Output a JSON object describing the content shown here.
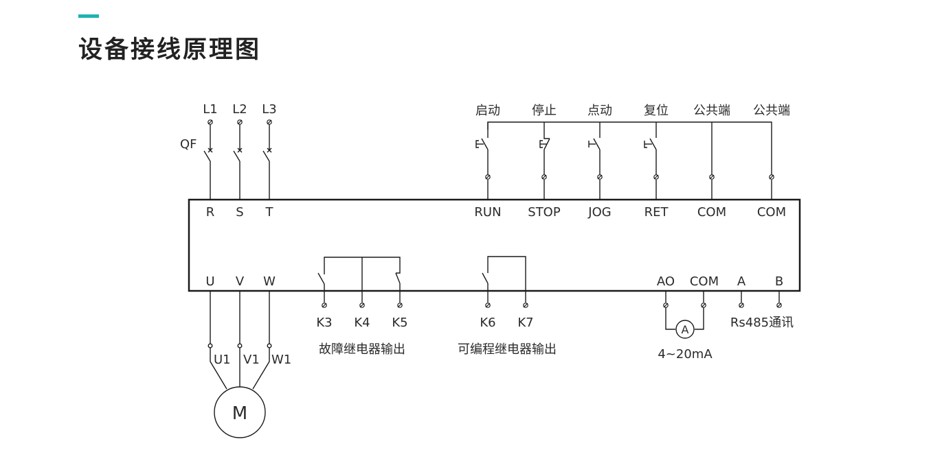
{
  "title": "设备接线原理图",
  "colors": {
    "accent": "#1fb3b0",
    "line": "#1a1a1a",
    "text": "#2a2a2a"
  },
  "power_input": {
    "lines": [
      "L1",
      "L2",
      "L3"
    ],
    "breaker_label": "QF",
    "terminals": [
      "R",
      "S",
      "T"
    ]
  },
  "control_inputs": {
    "buttons": [
      {
        "label": "启动",
        "terminal": "RUN"
      },
      {
        "label": "停止",
        "terminal": "STOP"
      },
      {
        "label": "点动",
        "terminal": "JOG"
      },
      {
        "label": "复位",
        "terminal": "RET"
      },
      {
        "label": "公共端",
        "terminal": "COM"
      },
      {
        "label": "公共端",
        "terminal": "COM"
      }
    ]
  },
  "motor_output": {
    "terminals": [
      "U",
      "V",
      "W"
    ],
    "motor_leads": [
      "U1",
      "V1",
      "W1"
    ],
    "motor_label": "M"
  },
  "fault_relay": {
    "terminals": [
      "K3",
      "K4",
      "K5"
    ],
    "label": "故障继电器输出"
  },
  "programmable_relay": {
    "terminals": [
      "K6",
      "K7"
    ],
    "label": "可编程继电器输出"
  },
  "analog_output": {
    "terminals": [
      "AO",
      "COM"
    ],
    "meter_label": "A",
    "range_label": "4~20mA"
  },
  "communication": {
    "terminals": [
      "A",
      "B"
    ],
    "label": "Rs485通讯"
  }
}
